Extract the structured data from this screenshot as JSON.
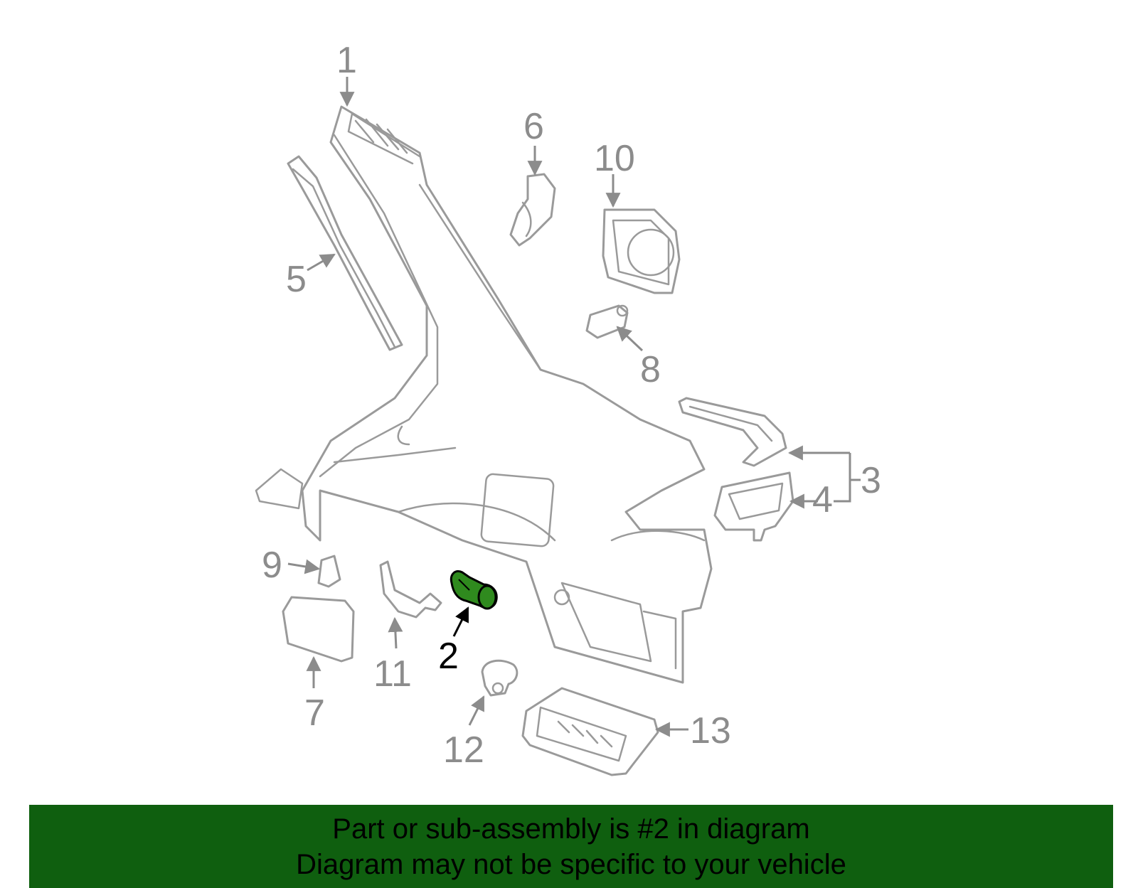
{
  "callouts": {
    "c1": "1",
    "c2": "2",
    "c3": "3",
    "c4": "4",
    "c5": "5",
    "c6": "6",
    "c7": "7",
    "c8": "8",
    "c9": "9",
    "c10": "10",
    "c11": "11",
    "c12": "12",
    "c13": "13"
  },
  "highlighted_part": "2",
  "colors": {
    "highlight": "#2f8a1e",
    "banner": "#0f5f0f",
    "callout": "#8c8c8c",
    "active_callout": "#000000"
  },
  "banner": {
    "line1": "Part or sub-assembly is #2 in diagram",
    "line2": "Diagram may not be specific to your vehicle"
  }
}
